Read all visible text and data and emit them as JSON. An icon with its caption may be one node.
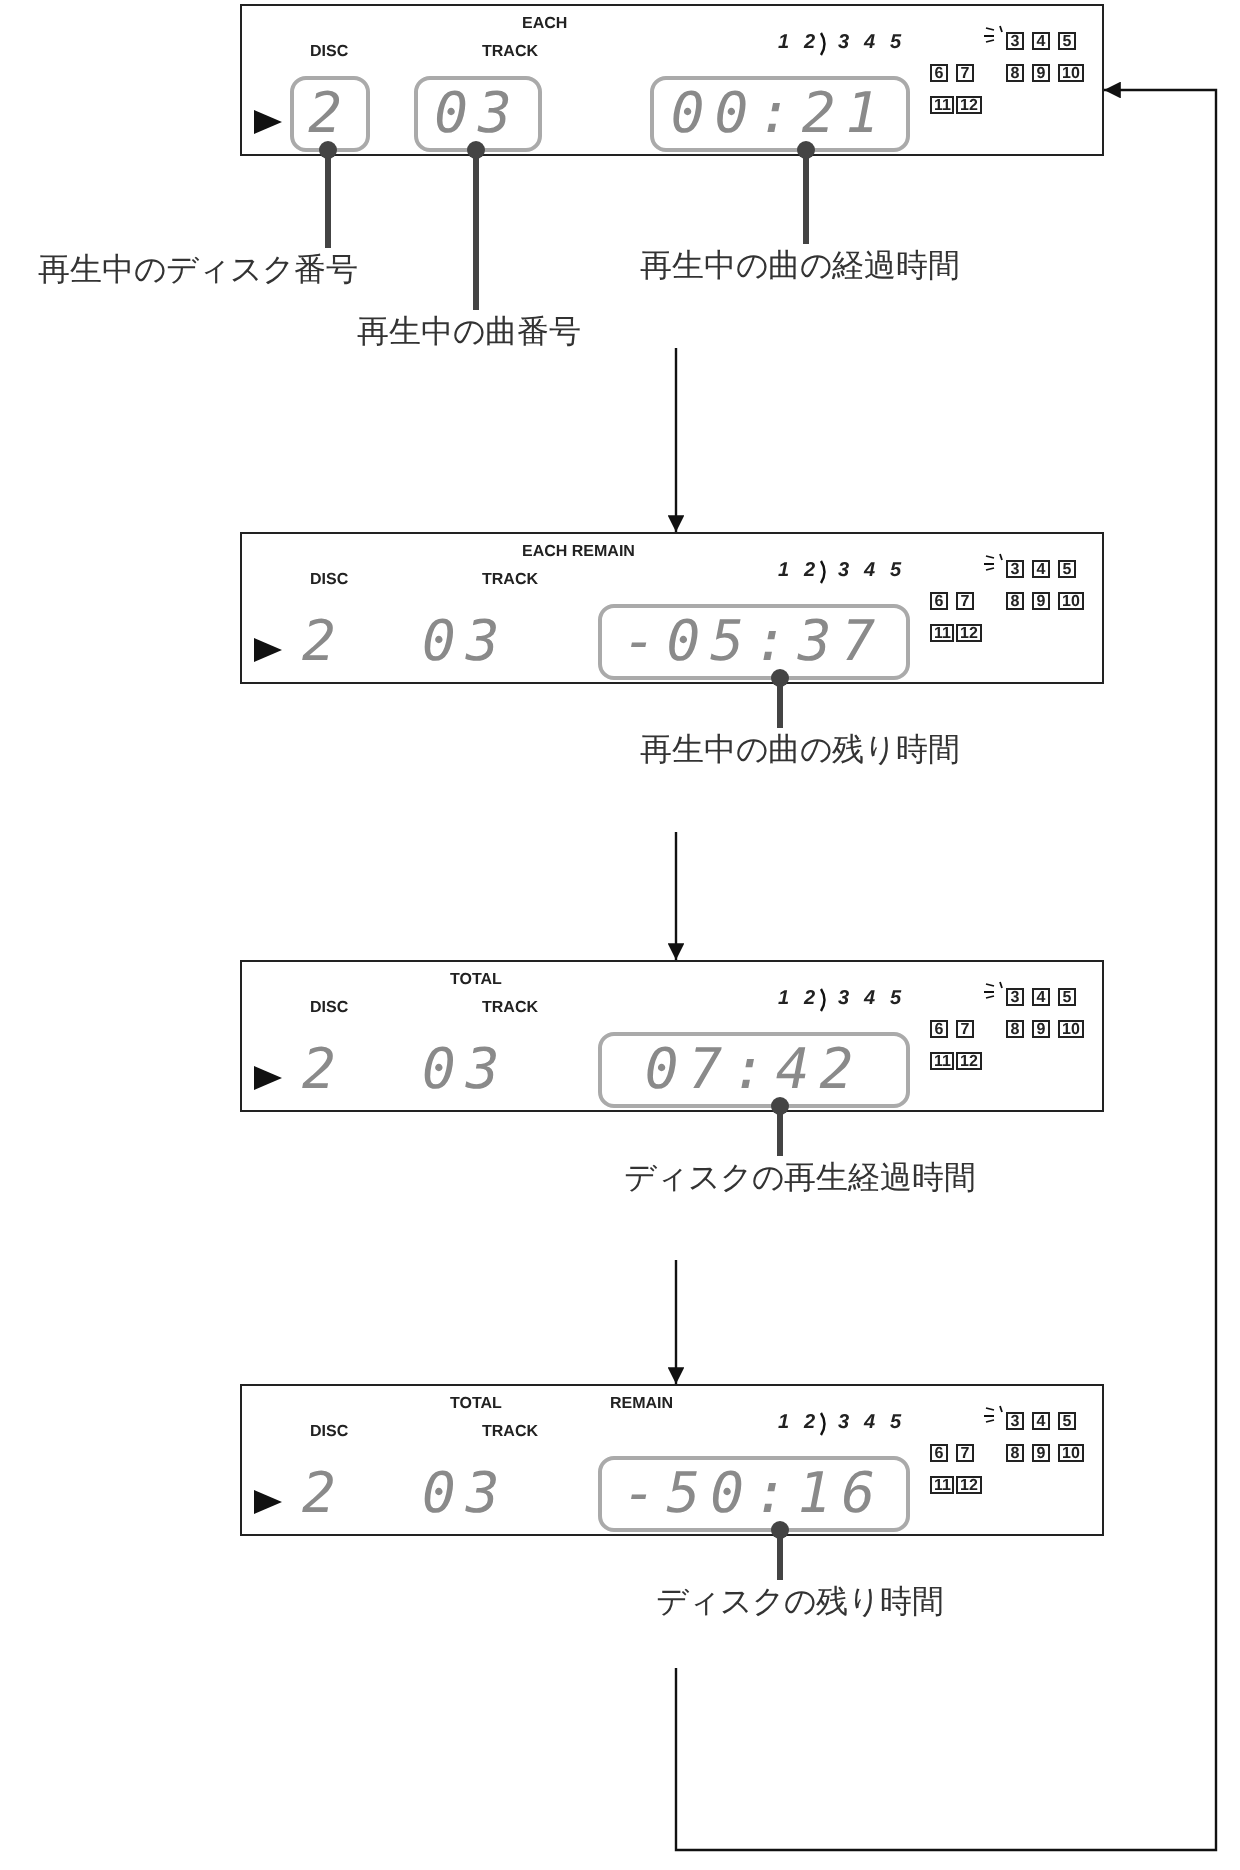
{
  "diagram": {
    "nodes": [
      {
        "text": [
          "EACH",
          "DISC",
          "TRACK",
          "1",
          "2",
          "3",
          "4",
          "5",
          "3",
          "4",
          "5",
          "6",
          "7",
          "8",
          "9",
          "10",
          "11",
          "12"
        ]
      },
      {
        "text": [
          "2"
        ],
        "in": 0
      },
      {
        "text": [
          "03"
        ],
        "in": 0
      },
      {
        "text": [
          "00:21"
        ],
        "in": 0
      },
      {
        "text": [
          "再生中のディスク番号"
        ]
      },
      {
        "text": [
          "再生中の曲番号"
        ]
      },
      {
        "text": [
          "再生中の曲の経過時間"
        ]
      },
      {
        "text": [
          "EACH REMAIN",
          "DISC",
          "TRACK",
          "2",
          "03",
          "1",
          "2",
          "3",
          "4",
          "5",
          "3",
          "4",
          "5",
          "6",
          "7",
          "8",
          "9",
          "10",
          "11",
          "12"
        ]
      },
      {
        "text": [
          "-05:37"
        ],
        "in": 7
      },
      {
        "text": [
          "再生中の曲の残り時間"
        ]
      },
      {
        "text": [
          "TOTAL",
          "DISC",
          "TRACK",
          "2",
          "03",
          "1",
          "2",
          "3",
          "4",
          "5",
          "3",
          "4",
          "5",
          "6",
          "7",
          "8",
          "9",
          "10",
          "11",
          "12"
        ]
      },
      {
        "text": [
          "07:42"
        ],
        "in": 10
      },
      {
        "text": [
          "ディスクの再生経過時間"
        ]
      },
      {
        "text": [
          "TOTAL",
          "REMAIN",
          "DISC",
          "TRACK",
          "2",
          "03",
          "1",
          "2",
          "3",
          "4",
          "5",
          "3",
          "4",
          "5",
          "6",
          "7",
          "8",
          "9",
          "10",
          "11",
          "12"
        ]
      },
      {
        "text": [
          "-50:16"
        ],
        "in": 13
      },
      {
        "text": [
          "ディスクの残り時間"
        ]
      }
    ],
    "edges": [
      {
        "from": 4,
        "to": 1,
        "arrow": "other"
      },
      {
        "from": 5,
        "to": 2,
        "arrow": "other"
      },
      {
        "from": 6,
        "to": 3,
        "arrow": "other"
      },
      {
        "from": 6,
        "to": 7,
        "arrow": "to"
      },
      {
        "from": 9,
        "to": 8,
        "arrow": "other"
      },
      {
        "from": 9,
        "to": 10,
        "arrow": "to"
      },
      {
        "from": 12,
        "to": 11,
        "arrow": "other"
      },
      {
        "from": 12,
        "to": 13,
        "arrow": "to"
      },
      {
        "from": 15,
        "to": 14,
        "arrow": "other"
      },
      {
        "from": 15,
        "to": 0,
        "arrow": "to"
      }
    ]
  }
}
